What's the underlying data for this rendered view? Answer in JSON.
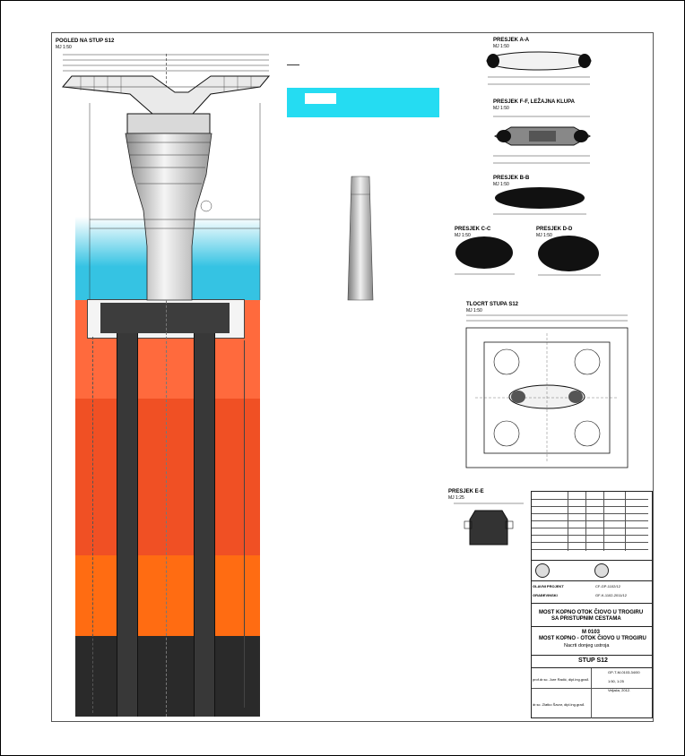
{
  "colors": {
    "water": "#35c3e3",
    "soil_layer_1": "#ff6a3d",
    "soil_layer_2": "#f05024",
    "soil_layer_3": "#ff6c12",
    "soil_layer_4": "#2a2a2a",
    "piles": "#333333",
    "legend_cyan": "#25dcf2"
  },
  "main_view": {
    "title": "POGLED NA STUP S12",
    "scale": "MJ 1:50"
  },
  "sections": {
    "aa": {
      "title": "PRESJEK A-A",
      "scale": "MJ 1:50"
    },
    "ff": {
      "title": "PRESJEK F-F, LEŽAJNA KLUPA",
      "scale": "MJ 1:50"
    },
    "bb": {
      "title": "PRESJEK B-B",
      "scale": "MJ 1:50"
    },
    "cc": {
      "title": "PRESJEK C-C",
      "scale": "MJ 1:50"
    },
    "dd": {
      "title": "PRESJEK D-D",
      "scale": "MJ 1:50"
    },
    "plan": {
      "title": "TLOCRT STUPA S12",
      "scale": "MJ 1:50"
    },
    "ee": {
      "title": "PRESJEK E-E",
      "scale": "MJ 1:25"
    }
  },
  "title_block": {
    "project_label": "GLAVNI PROJEKT",
    "type_label": "GRAĐEVINSKI",
    "project_code": "CF-GP-1102/12",
    "project_number": "GF-K-1102-2011/12",
    "project_name_1": "MOST KOPNO OTOK ČIOVO U TROGIRU",
    "project_name_2": "SA PRISTUPNIM CESTAMA",
    "structure_code": "M 0103",
    "structure_name": "MOST KOPNO - OTOK ČIOVO U TROGIRU",
    "drawing_subtitle": "Nacrti donjeg ustroja",
    "drawing_title": "STUP S12",
    "designer": "prof.dr.sc. Jure Radić, dipl.ing.građ.",
    "collaborator": "dr.sc. Zlatko Šavor, dipl.ing.građ.",
    "drawing_number": "GP-T-M-0103-34/00",
    "scale": "1:50, 1:25",
    "date": "Veljača, 2012."
  }
}
